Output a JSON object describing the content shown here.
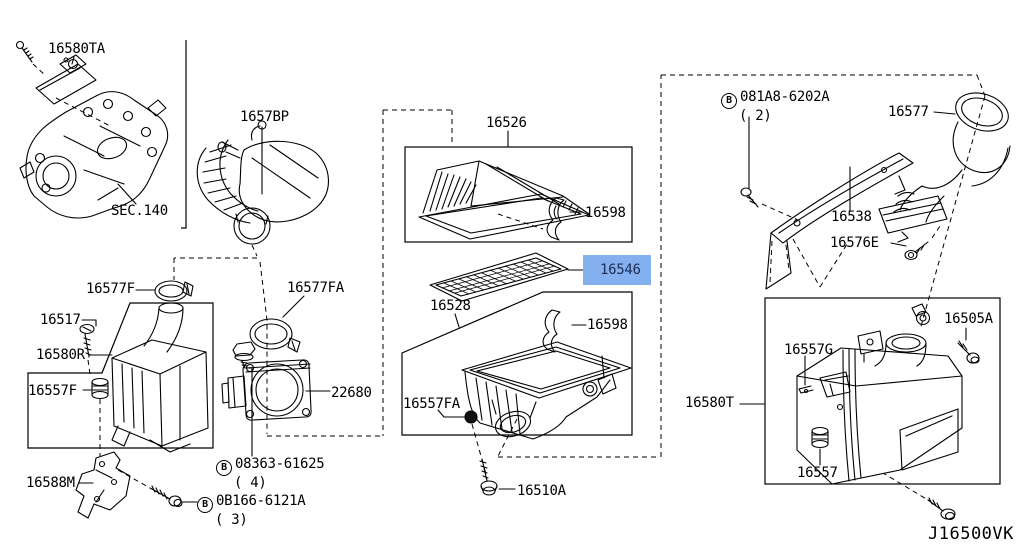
{
  "colors": {
    "line": "#000000",
    "background": "#ffffff"
  },
  "drawing_code": "J16500VK",
  "selected_part": {
    "number": "16546",
    "highlight_bg": "#85b0ef",
    "text_color": "#1d2c55"
  },
  "part_labels": {
    "p16580TA": "16580TA",
    "sec140": "SEC.140",
    "p1657BP": "1657BP",
    "p16577F": "16577F",
    "p16517": "16517",
    "p16580R": "16580R",
    "p16557F": "16557F",
    "p16588M": "16588M",
    "p16577FA_duct": "16577FA",
    "p22680": "22680",
    "p16526": "16526",
    "p16598_cover": "16598",
    "p16528": "16528",
    "p16598_case": "16598",
    "p16557FA_case": "16557FA",
    "p16510A": "16510A",
    "p16577": "16577",
    "p16538": "16538",
    "p16576E": "16576E",
    "p16505A": "16505A",
    "p16557G": "16557G",
    "p16580T": "16580T",
    "p16557": "16557"
  },
  "bolt_labels": {
    "b08363": {
      "prefix": "B",
      "number": "08363-61625",
      "qty": "( 4)"
    },
    "b0b166": {
      "prefix": "B",
      "number": "0B166-6121A",
      "qty": "( 3)"
    },
    "b081a8": {
      "prefix": "B",
      "number": "081A8-6202A",
      "qty": "( 2)"
    }
  }
}
